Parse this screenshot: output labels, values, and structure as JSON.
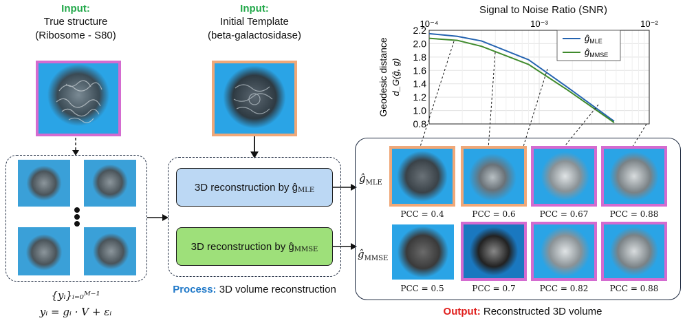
{
  "left_panel": {
    "input_label": "Input:",
    "title_line1": "True structure",
    "title_line2": "(Ribosome - S80)",
    "formula_set": "{yᵢ}ᵢ₌₀ᴹ⁻¹",
    "formula_model": "yᵢ = gᵢ · V + εᵢ"
  },
  "middle_panel": {
    "input_label": "Input:",
    "title_line1": "Initial Template",
    "title_line2": "(beta-galactosidase)",
    "mle_button": "3D reconstruction by ĝ",
    "mle_sub": "MLE",
    "mmse_button": "3D reconstruction by ĝ",
    "mmse_sub": "MMSE",
    "process_label": "Process:",
    "process_text": " 3D volume reconstruction"
  },
  "output_panel": {
    "row_mle_label": "ĝ",
    "row_mle_sub": "MLE",
    "row_mmse_label": "ĝ",
    "row_mmse_sub": "MMSE",
    "pcc_mle": [
      "PCC = 0.4",
      "PCC = 0.6",
      "PCC = 0.67",
      "PCC = 0.88"
    ],
    "pcc_mmse": [
      "PCC = 0.5",
      "PCC = 0.7",
      "PCC = 0.82",
      "PCC = 0.88"
    ],
    "output_label": "Output:",
    "output_text": " Reconstructed 3D volume"
  },
  "colors": {
    "green_label": "#22a84a",
    "blue_label": "#1f78c8",
    "red_label": "#e0201e",
    "pink_frame": "#d46bd0",
    "orange_frame": "#f0a878",
    "mle_button_fill": "#bcd8f4",
    "mmse_button_fill": "#9ee07a",
    "mle_line": "#2463b0",
    "mmse_line": "#3f8a2c",
    "thumb_bg": "#2aa4e6"
  },
  "chart_data": {
    "type": "line",
    "title": "Signal to Noise Ratio (SNR)",
    "ylabel": "Geodesic distance",
    "ylabel2": "d_G(ĝ, g)",
    "x_scale": "log",
    "x_axis_position": "top",
    "xlim": [
      0.0001,
      0.01
    ],
    "ylim": [
      0.8,
      2.2
    ],
    "x_tick_labels": [
      "10⁻⁴",
      "10⁻³",
      "10⁻²"
    ],
    "y_tick_labels": [
      "2.2",
      "2.0",
      "1.8",
      "1.6",
      "1.4",
      "1.2",
      "1.0",
      "0.8"
    ],
    "grid": true,
    "legend_position": "top-right",
    "x": [
      0.0001,
      0.00018,
      0.0003,
      0.0008,
      0.0018,
      0.0048
    ],
    "series": [
      {
        "name": "ĝMLE",
        "values": [
          2.15,
          2.11,
          2.04,
          1.76,
          1.35,
          0.84
        ]
      },
      {
        "name": "ĝMMSE",
        "values": [
          2.08,
          2.05,
          1.96,
          1.69,
          1.31,
          0.82
        ]
      }
    ],
    "legend_entries": [
      {
        "name": "ĝ",
        "sub": "MLE"
      },
      {
        "name": "ĝ",
        "sub": "MMSE"
      }
    ]
  }
}
